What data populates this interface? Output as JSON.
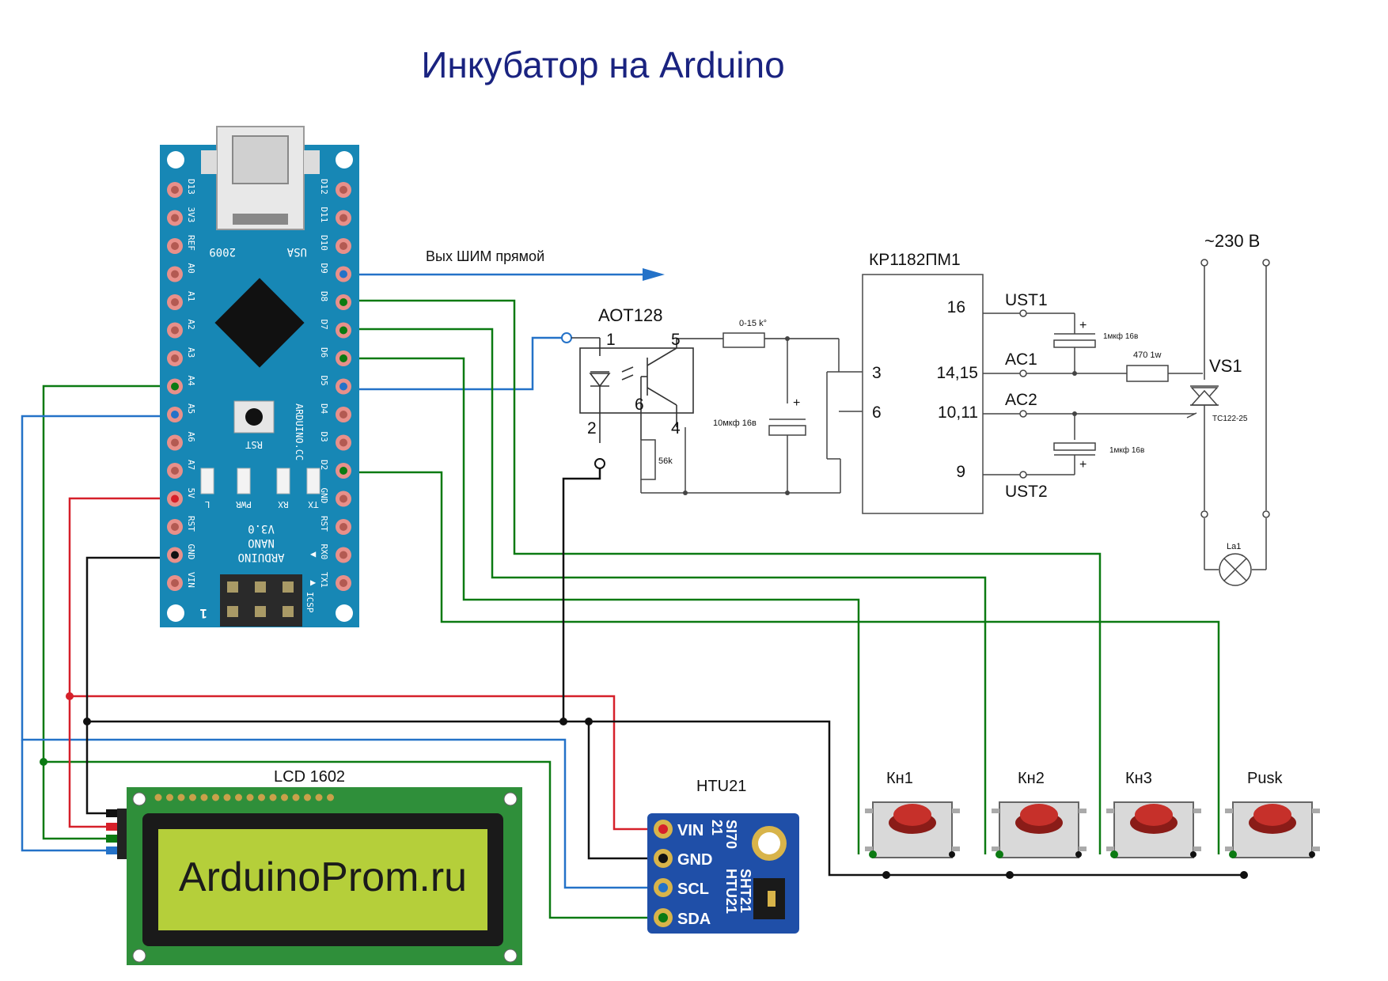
{
  "title": "Инкубатор на Arduino",
  "colors": {
    "title": "#1a2380",
    "wire_green": "#0b7a12",
    "wire_blue": "#2472c8",
    "wire_red": "#d6202a",
    "wire_black": "#111111",
    "nano_board": "#1787b5",
    "lcd_pcb": "#2f8f3a",
    "lcd_screen": "#b5cf3a",
    "htu_board": "#1f4fa8",
    "button_cap": "#c6302a"
  },
  "nano": {
    "left_pins": [
      "D13",
      "3V3",
      "REF",
      "A0",
      "A1",
      "A2",
      "A3",
      "A4",
      "A5",
      "A6",
      "A7",
      "5V",
      "RST",
      "GND",
      "VIN"
    ],
    "right_pins": [
      "D12",
      "D11",
      "D10",
      "D9",
      "D8",
      "D7",
      "D6",
      "D5",
      "D4",
      "D3",
      "D2",
      "GND",
      "RST",
      "RX0",
      "TX1"
    ],
    "top_left_text": "2009",
    "top_right_text": "USA",
    "side_text": "ARDUINO.CC",
    "rst_label": "RST",
    "led_labels": [
      "L",
      "PWR",
      "RX",
      "TX"
    ],
    "model_lines": [
      "ARDUINO",
      "NANO",
      "V3.0"
    ],
    "icsp_label": "ICSP",
    "pin1_mark": "1"
  },
  "pwm_label": "Вых ШИМ прямой",
  "optocoupler": {
    "name": "АОТ128",
    "pins": [
      "1",
      "2",
      "4",
      "5",
      "6"
    ]
  },
  "resistor_top": "0-15 k°",
  "cap_left": "10мкф 16в",
  "resistor_left": "56k",
  "chip": {
    "name": "КР1182ПМ1",
    "pins_left": [
      "3",
      "6"
    ],
    "pins_right": [
      "16",
      "14,15",
      "10,11",
      "9"
    ]
  },
  "chip_outputs": [
    "UST1",
    "AC1",
    "AC2",
    "UST2"
  ],
  "cap_top": "1мкф 16в",
  "cap_bottom": "1мкф 16в",
  "resistor_right": "470 1w",
  "triac": {
    "name": "VS1",
    "part": "ТС122-25"
  },
  "mains_label": "~230 В",
  "lamp_label": "La1",
  "lcd": {
    "name": "LCD 1602",
    "screen_text": "ArduinoProm.ru"
  },
  "htu": {
    "name": "HTU21",
    "pins": [
      "VIN",
      "GND",
      "SCL",
      "SDA"
    ],
    "chip_lines": [
      "SI70",
      "21",
      "SHT21",
      "HTU21"
    ]
  },
  "buttons": [
    "Кн1",
    "Кн2",
    "Кн3",
    "Pusk"
  ]
}
